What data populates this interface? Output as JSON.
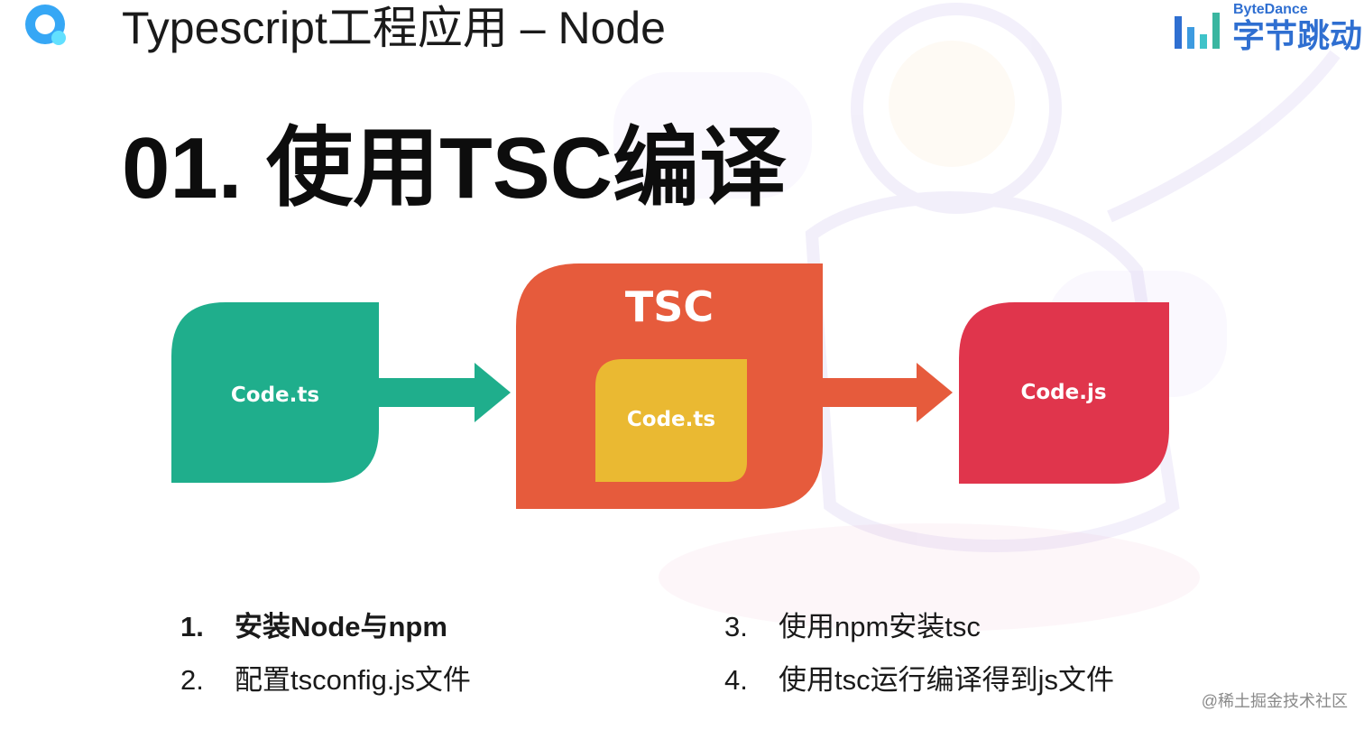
{
  "header": {
    "title": "Typescript工程应用 – Node",
    "logo_icon": "ring-logo-icon"
  },
  "brand": {
    "name_en": "ByteDance",
    "name_cn": "字节跳动",
    "color": "#2f6fd1"
  },
  "section": {
    "title": "01. 使用TSC编译"
  },
  "diagram": {
    "source": {
      "label": "Code.ts",
      "color": "#1fae8c"
    },
    "compiler": {
      "label": "TSC",
      "inner_label": "Code.ts",
      "color": "#e65b3c",
      "inner_color": "#eab932"
    },
    "output": {
      "label": "Code.js",
      "color": "#e0354c"
    },
    "arrow_in_color": "#1fae8c",
    "arrow_out_color": "#e65b3c"
  },
  "steps": [
    {
      "num": "1.",
      "text": "安装Node与npm",
      "emphasis": true
    },
    {
      "num": "2.",
      "text": "配置tsconfig.js文件",
      "emphasis": false
    },
    {
      "num": "3.",
      "text": "使用npm安装tsc",
      "emphasis": false
    },
    {
      "num": "4.",
      "text": "使用tsc运行编译得到js文件",
      "emphasis": false
    }
  ],
  "watermark": "@稀土掘金技术社区"
}
